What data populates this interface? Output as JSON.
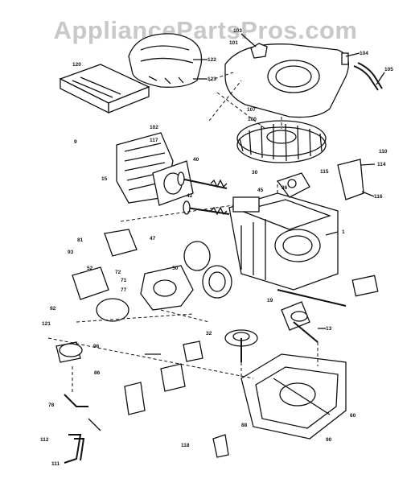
{
  "watermark": "AppliancePartsPros.com",
  "colors": {
    "ink": "#111111",
    "watermark": "#c8c8c8",
    "background": "#ffffff"
  },
  "callouts": [
    {
      "id": "c120",
      "text": "120"
    },
    {
      "id": "c122",
      "text": "122"
    },
    {
      "id": "c123",
      "text": "123"
    },
    {
      "id": "c103",
      "text": "103"
    },
    {
      "id": "c101",
      "text": "101"
    },
    {
      "id": "c104",
      "text": "104"
    },
    {
      "id": "c105",
      "text": "105"
    },
    {
      "id": "c107",
      "text": "107"
    },
    {
      "id": "c100",
      "text": "100"
    },
    {
      "id": "c117",
      "text": "117"
    },
    {
      "id": "c102",
      "text": "102"
    },
    {
      "id": "c115",
      "text": "115"
    },
    {
      "id": "c116",
      "text": "116"
    },
    {
      "id": "c110",
      "text": "110"
    },
    {
      "id": "c114",
      "text": "114"
    },
    {
      "id": "c121",
      "text": "121"
    },
    {
      "id": "c112",
      "text": "112"
    },
    {
      "id": "c111",
      "text": "111"
    },
    {
      "id": "c118",
      "text": "118"
    },
    {
      "id": "c1",
      "text": "1"
    },
    {
      "id": "c13",
      "text": "13"
    },
    {
      "id": "c19",
      "text": "19"
    },
    {
      "id": "c32",
      "text": "32"
    },
    {
      "id": "c36",
      "text": "36"
    },
    {
      "id": "c40",
      "text": "40"
    },
    {
      "id": "c42",
      "text": "42"
    },
    {
      "id": "c52",
      "text": "52"
    },
    {
      "id": "c71",
      "text": "71"
    },
    {
      "id": "c77",
      "text": "77"
    },
    {
      "id": "c78",
      "text": "78"
    },
    {
      "id": "c81",
      "text": "81"
    },
    {
      "id": "c86",
      "text": "86"
    },
    {
      "id": "c92",
      "text": "92"
    },
    {
      "id": "c93",
      "text": "93"
    },
    {
      "id": "c96",
      "text": "96"
    },
    {
      "id": "c50",
      "text": "50"
    },
    {
      "id": "c47",
      "text": "47"
    },
    {
      "id": "c9",
      "text": "9"
    },
    {
      "id": "c15",
      "text": "15"
    },
    {
      "id": "c30",
      "text": "30"
    },
    {
      "id": "c45",
      "text": "45"
    },
    {
      "id": "c60",
      "text": "60"
    },
    {
      "id": "c90",
      "text": "90"
    },
    {
      "id": "c88",
      "text": "88"
    },
    {
      "id": "c72",
      "text": "72"
    }
  ]
}
